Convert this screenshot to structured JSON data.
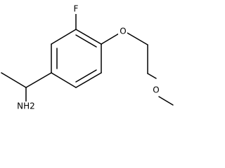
{
  "molecule": {
    "labels": {
      "fluorine": "F",
      "ether_oxygen": "O",
      "methoxy_oxygen": "O",
      "amine": "NH2"
    }
  },
  "colors": {
    "background": "#ffffff",
    "bond": "#000000",
    "text": "#000000"
  }
}
